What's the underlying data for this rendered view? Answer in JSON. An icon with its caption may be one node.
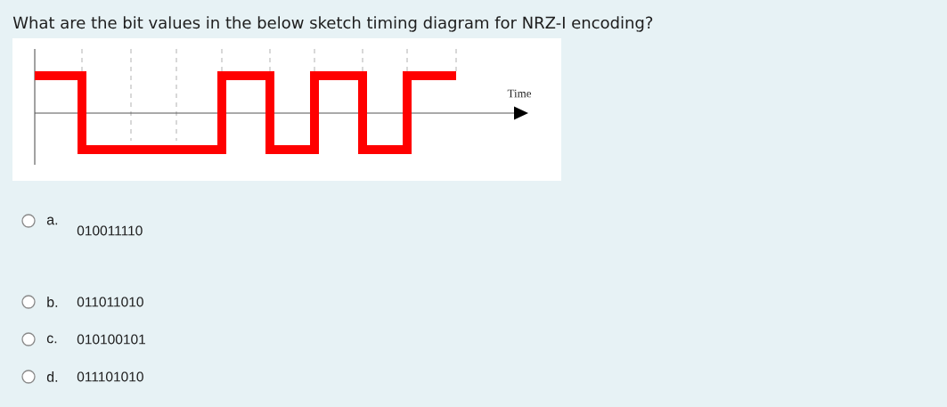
{
  "diagram": {
    "title": "What are the bit values in the below sketch timing diagram for NRZ-I encoding?",
    "labels": [
      "Time",
      "a.",
      "010011110",
      "b.",
      "011011010",
      "c.",
      "010100101",
      "d.",
      "011101010"
    ]
  }
}
